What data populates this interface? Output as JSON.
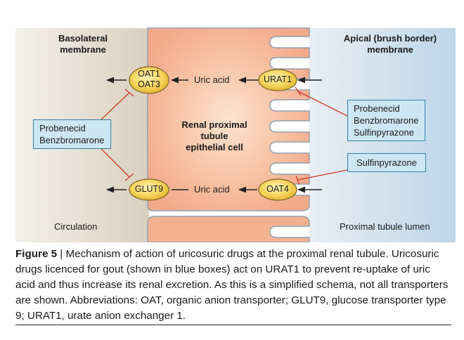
{
  "labels": {
    "basolateral_line1": "Basolateral",
    "basolateral_line2": "membrane",
    "apical_line1": "Apical (brush border)",
    "apical_line2": "membrane",
    "cell_line1": "Renal proximal",
    "cell_line2": "tubule",
    "cell_line3": "epithelial cell",
    "circulation": "Circulation",
    "lumen": "Proximal tubule lumen",
    "uric_acid_top": "Uric acid",
    "uric_acid_bottom": "Uric acid"
  },
  "transporters": {
    "oat1_line1": "OAT1",
    "oat1_line2": "OAT3",
    "glut9": "GLUT9",
    "urat1": "URAT1",
    "oat4": "OAT4"
  },
  "drug_boxes": {
    "left_line1": "Probenecid",
    "left_line2": "Benzbromarone",
    "right_top_line1": "Probenecid",
    "right_top_line2": "Benzbromarone",
    "right_top_line3": "Sulfinpyrazone",
    "right_bottom": "Sulfinpyrazone"
  },
  "caption": {
    "figure_label": "Figure 5",
    "separator": " | ",
    "text": "Mechanism of action of uricosuric drugs at the proximal renal tubule. Uricosuric drugs licenced for gout (shown in blue boxes) act on URAT1 to prevent re-uptake of uric acid and thus increase its renal excretion. As this is a simplified schema, not all transporters are shown. Abbreviations: OAT, organic anion transporter; GLUT9, glucose transporter type 9; URAT1, urate anion exchanger 1."
  },
  "colors": {
    "cell_fill": "#f6b899",
    "membrane_stroke": "#8f9fb0",
    "transporter_fill": "#f2c84a",
    "inhibition_line": "#d43a2a",
    "drug_box_fill": "#cde6f3",
    "drug_box_border": "#2f7fa6"
  }
}
